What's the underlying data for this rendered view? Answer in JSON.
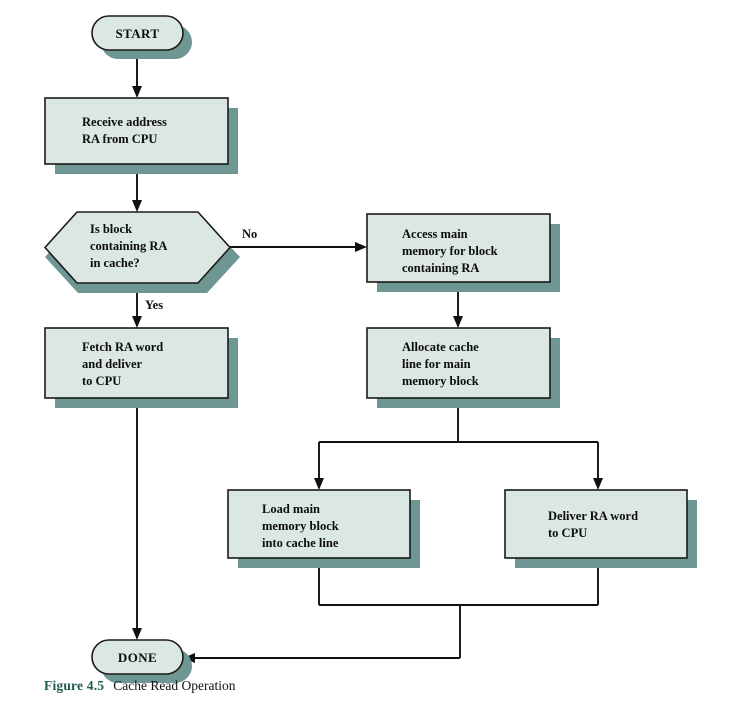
{
  "figure": {
    "number_label": "Figure 4.5",
    "title": "Cache Read Operation",
    "colors": {
      "shape_fill": "#dbe7e3",
      "shape_stroke": "#1a1a1a",
      "shadow": "#6e9793",
      "caption_accent": "#1f5a50",
      "text": "#0d0d0d",
      "background": "#ffffff"
    }
  },
  "flowchart": {
    "type": "flowchart",
    "terminators": {
      "start": "START",
      "done": "DONE"
    },
    "decision": {
      "line1": "Is block",
      "line2": "containing RA",
      "line3": "in cache?",
      "yes_label": "Yes",
      "no_label": "No"
    },
    "processes": {
      "receive_address": {
        "line1": "Receive address",
        "line2": "RA from CPU"
      },
      "fetch_word": {
        "line1": "Fetch RA word",
        "line2": "and deliver",
        "line3": "to CPU"
      },
      "access_main_memory": {
        "line1": "Access main",
        "line2": "memory for block",
        "line3": "containing RA"
      },
      "allocate_cache_line": {
        "line1": "Allocate cache",
        "line2": "line for main",
        "line3": "memory block"
      },
      "load_main_memory_block": {
        "line1": "Load main",
        "line2": "memory block",
        "line3": "into cache line"
      },
      "deliver_word": {
        "line1": "Deliver RA word",
        "line2": "to CPU"
      }
    }
  }
}
